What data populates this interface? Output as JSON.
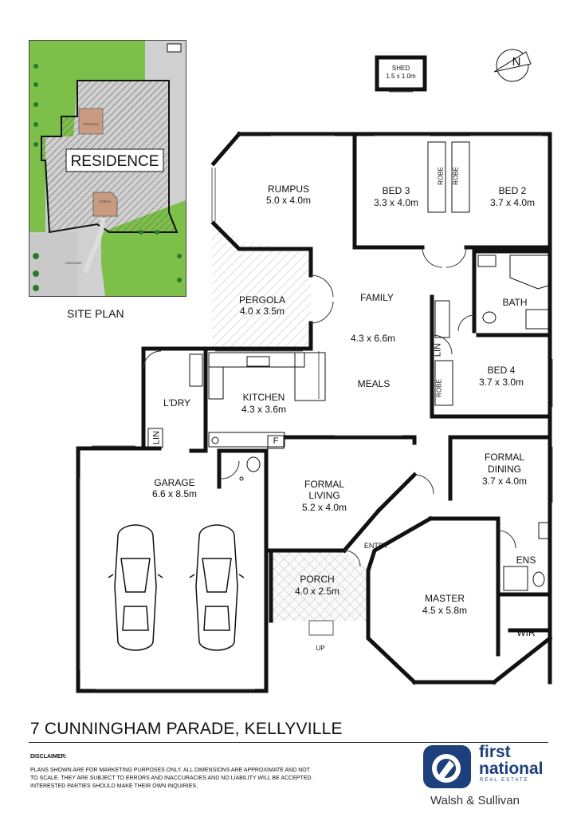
{
  "site_plan": {
    "residence_label": "RESIDENCE",
    "pergola_label": "PERGOLA",
    "porch_label": "PORCH",
    "driveway_label": "DRIVEWAY",
    "caption": "SITE PLAN"
  },
  "rooms": {
    "shed": {
      "name": "SHED",
      "size": "1.5 x 1.0m"
    },
    "rumpus": {
      "name": "RUMPUS",
      "size": "5.0 x 4.0m"
    },
    "bed3": {
      "name": "BED 3",
      "size": "3.3 x 4.0m"
    },
    "bed2": {
      "name": "BED 2",
      "size": "3.7 x 4.0m"
    },
    "pergola": {
      "name": "PERGOLA",
      "size": "4.0 x 3.5m"
    },
    "family": {
      "name": "FAMILY",
      "size": "4.3 x 6.6m"
    },
    "meals": {
      "name": "MEALS"
    },
    "bath": {
      "name": "BATH"
    },
    "bed4": {
      "name": "BED 4",
      "size": "3.7 x 3.0m"
    },
    "laundry": {
      "name": "L'DRY"
    },
    "kitchen": {
      "name": "KITCHEN",
      "size": "4.3 x 3.6m"
    },
    "garage": {
      "name": "GARAGE",
      "size": "6.6 x 8.5m"
    },
    "formal_living": {
      "name1": "FORMAL",
      "name2": "LIVING",
      "size": "5.2 x 4.0m"
    },
    "formal_dining": {
      "name1": "FORMAL",
      "name2": "DINING",
      "size": "3.7 x 4.0m"
    },
    "entry": {
      "name": "ENTRY"
    },
    "porch": {
      "name": "PORCH",
      "size": "4.0 x 2.5m"
    },
    "master": {
      "name": "MASTER",
      "size": "4.5 x 5.8m"
    },
    "ens": {
      "name": "ENS"
    },
    "wir": {
      "name": "WIR"
    }
  },
  "fixtures": {
    "robe": "ROBE",
    "lin": "LIN",
    "fridge": "F",
    "up": "UP"
  },
  "compass": {
    "label": "N"
  },
  "address": "7 CUNNINGHAM PARADE, KELLYVILLE",
  "disclaimer": {
    "title": "DISCLAIMER:",
    "text": "PLANS SHOWN ARE FOR MARKETING PURPOSES ONLY. ALL DIMENSIONS ARE APPROXIMATE AND NOT TO SCALE. THEY ARE SUBJECT TO ERRORS AND INACCURACIES AND NO LIABILITY WILL BE ACCEPTED. INTERESTED PARTIES SHOULD MAKE THEIR OWN INQUIRIES."
  },
  "branding": {
    "line1": "first",
    "line2": "national",
    "line3": "REAL ESTATE",
    "office": "Walsh & Sullivan",
    "color": "#1d3f7c"
  },
  "colors": {
    "grass": "#7cc04a",
    "paving": "#c8c8c8",
    "pergola_fill": "#c89a80",
    "wall": "#111111"
  }
}
